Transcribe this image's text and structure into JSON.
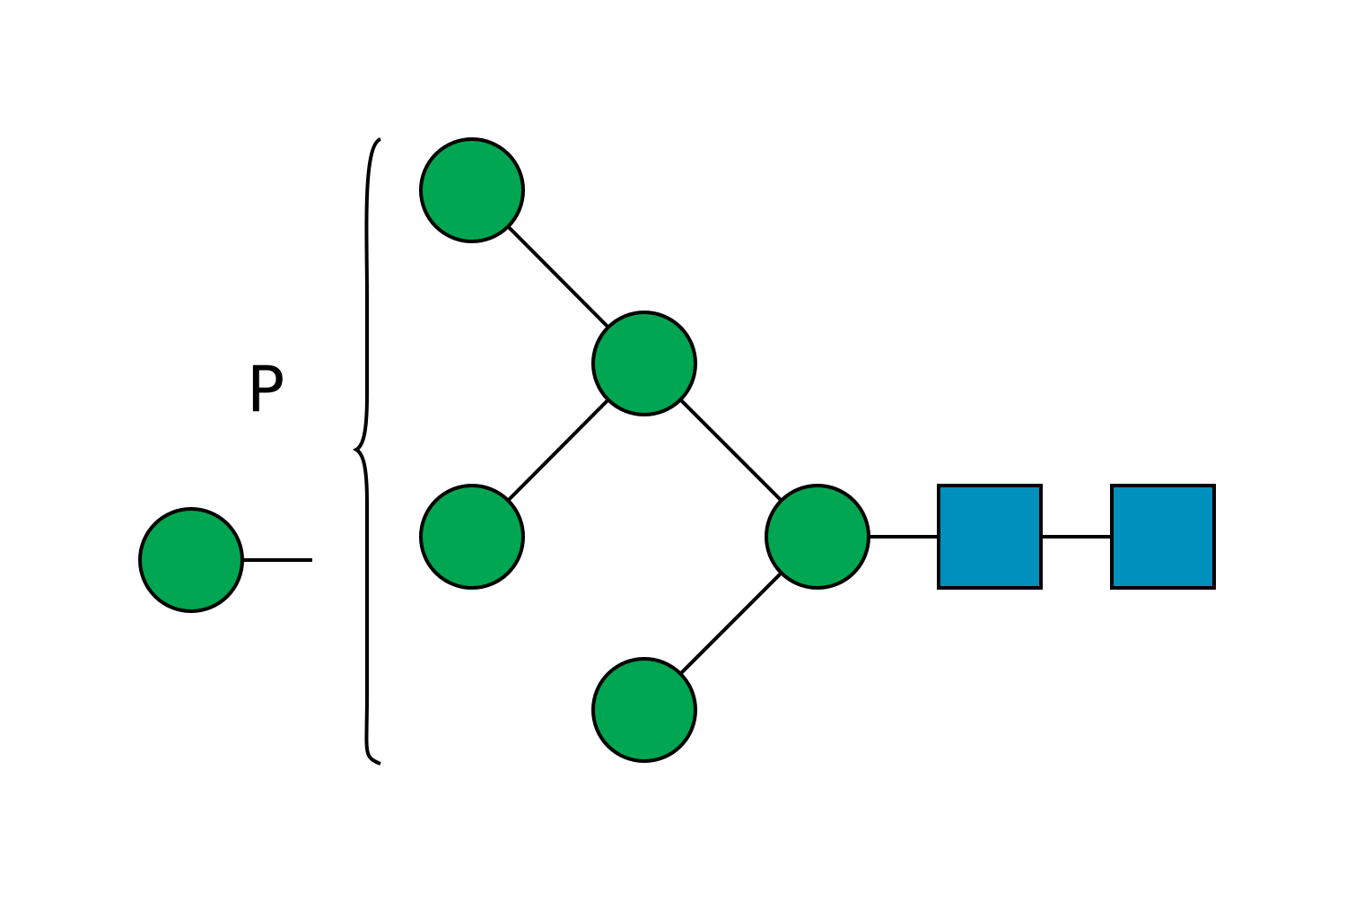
{
  "diagram": {
    "colors": {
      "circle_fill": "#00A651",
      "square_fill": "#0090BE",
      "stroke": "#000000"
    },
    "substituent_label": "P",
    "nodes": [
      {
        "id": "man-top",
        "shape": "circle",
        "icon": "green-circle-icon"
      },
      {
        "id": "man-upper-branch",
        "shape": "circle",
        "icon": "green-circle-icon"
      },
      {
        "id": "man-middle",
        "shape": "circle",
        "icon": "green-circle-icon"
      },
      {
        "id": "man-core",
        "shape": "circle",
        "icon": "green-circle-icon"
      },
      {
        "id": "man-bottom",
        "shape": "circle",
        "icon": "green-circle-icon"
      },
      {
        "id": "glcnac-1",
        "shape": "square",
        "icon": "blue-square-icon"
      },
      {
        "id": "glcnac-2",
        "shape": "square",
        "icon": "blue-square-icon"
      },
      {
        "id": "man-floating",
        "shape": "circle",
        "icon": "green-circle-icon"
      }
    ],
    "edges": [
      [
        "man-top",
        "man-upper-branch"
      ],
      [
        "man-middle",
        "man-upper-branch"
      ],
      [
        "man-upper-branch",
        "man-core"
      ],
      [
        "man-bottom",
        "man-core"
      ],
      [
        "man-core",
        "glcnac-1"
      ],
      [
        "glcnac-1",
        "glcnac-2"
      ]
    ]
  }
}
